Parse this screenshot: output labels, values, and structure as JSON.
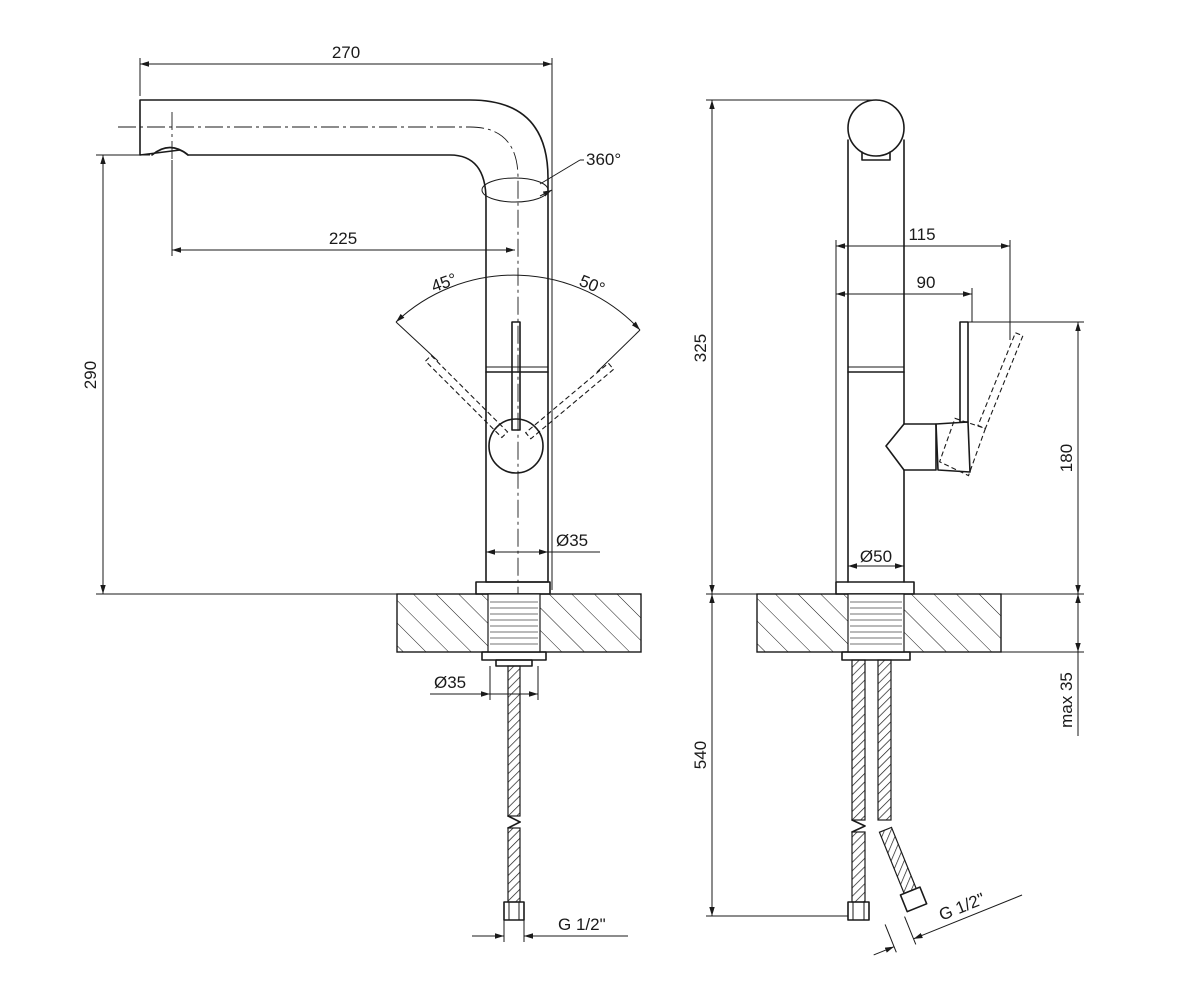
{
  "labels": {
    "d270": "270",
    "d225": "225",
    "d290": "290",
    "d360": "360°",
    "a45": "45°",
    "a50": "50°",
    "dia35_body": "Ø35",
    "dia35_base": "Ø35",
    "g12_left": "G 1/2\"",
    "d325": "325",
    "d115": "115",
    "d90": "90",
    "d180": "180",
    "dia50": "Ø50",
    "max35": "max 35",
    "d540": "540",
    "g12_right": "G 1/2\""
  }
}
